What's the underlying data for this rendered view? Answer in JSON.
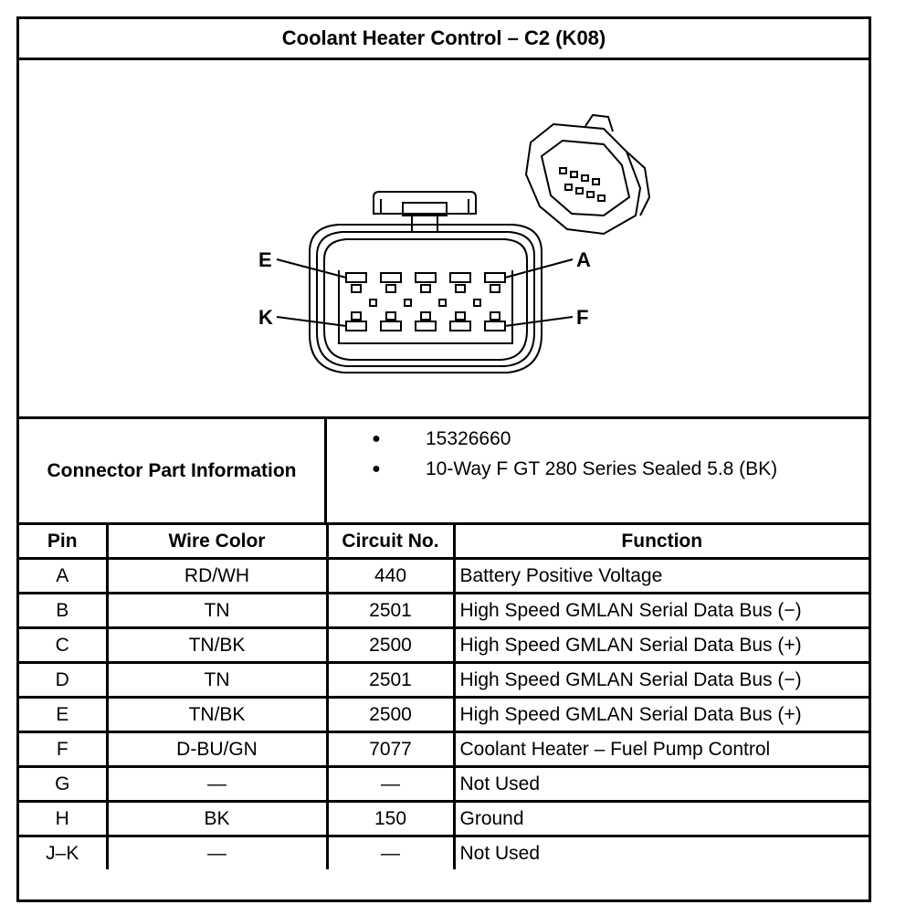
{
  "title": "Coolant Heater Control – C2 (K08)",
  "figure": {
    "pin_labels": {
      "top_left": "E",
      "top_right": "A",
      "bottom_left": "K",
      "bottom_right": "F"
    }
  },
  "connector_info": {
    "label": "Connector Part Information",
    "items": [
      "15326660",
      "10-Way F GT 280 Series Sealed 5.8 (BK)"
    ]
  },
  "table": {
    "headers": [
      "Pin",
      "Wire Color",
      "Circuit No.",
      "Function"
    ],
    "rows": [
      [
        "A",
        "RD/WH",
        "440",
        "Battery Positive Voltage"
      ],
      [
        "B",
        "TN",
        "2501",
        "High Speed GMLAN Serial Data Bus (−)"
      ],
      [
        "C",
        "TN/BK",
        "2500",
        "High Speed GMLAN Serial Data Bus (+)"
      ],
      [
        "D",
        "TN",
        "2501",
        "High Speed GMLAN Serial Data Bus (−)"
      ],
      [
        "E",
        "TN/BK",
        "2500",
        "High Speed GMLAN Serial Data Bus (+)"
      ],
      [
        "F",
        "D-BU/GN",
        "7077",
        "Coolant Heater – Fuel Pump Control"
      ],
      [
        "G",
        "—",
        "—",
        "Not Used"
      ],
      [
        "H",
        "BK",
        "150",
        "Ground"
      ],
      [
        "J–K",
        "—",
        "—",
        "Not Used"
      ]
    ]
  }
}
